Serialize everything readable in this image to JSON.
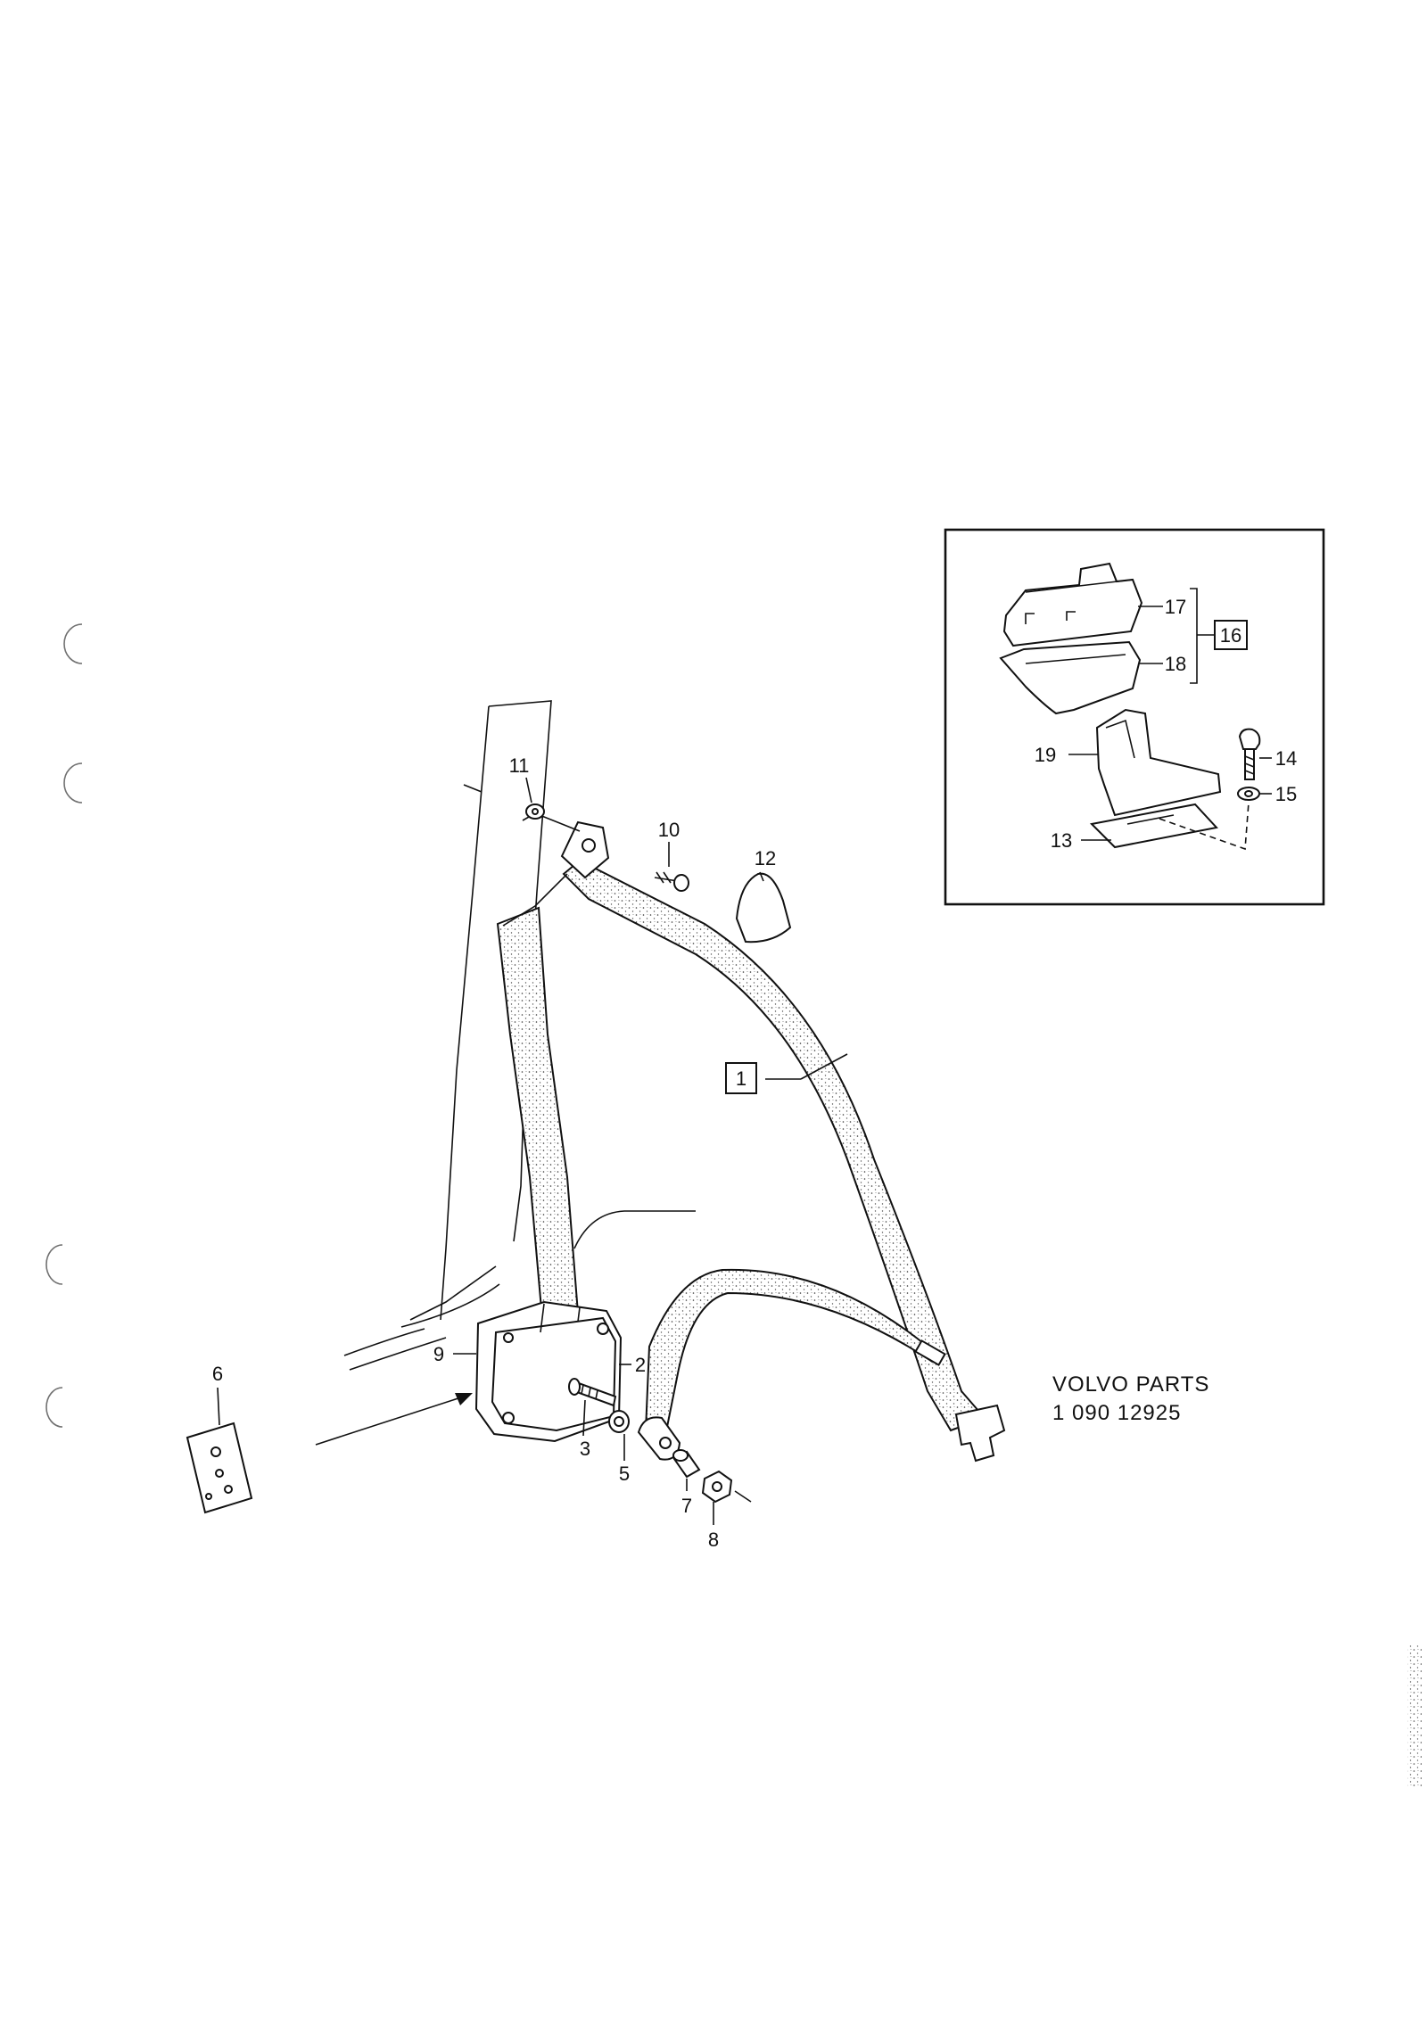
{
  "caption": {
    "line1": "VOLVO  PARTS",
    "line2": "1  090  12925"
  },
  "callouts": {
    "p1": "1",
    "p2": "2",
    "p3": "3",
    "p5": "5",
    "p6": "6",
    "p7": "7",
    "p8": "8",
    "p9": "9",
    "p10": "10",
    "p11": "11",
    "p12": "12",
    "p13": "13",
    "p14": "14",
    "p15": "15",
    "p16": "16",
    "p17": "17",
    "p18": "18",
    "p19": "19"
  },
  "colors": {
    "ink": "#111111",
    "paper": "#ffffff"
  }
}
